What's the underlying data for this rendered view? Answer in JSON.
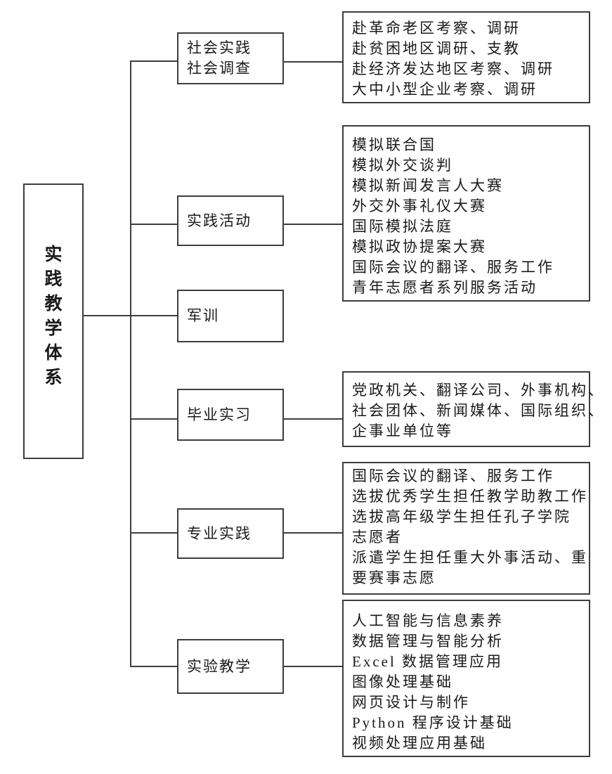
{
  "diagram": {
    "root_label": "实践教学体系",
    "colors": {
      "line": "#3d3d3d",
      "text": "#1a1a1a",
      "background": "#ffffff"
    },
    "nodes": [
      {
        "id": "social-practice",
        "lines": [
          "社会实践",
          "社会调查"
        ]
      },
      {
        "id": "practice-activities",
        "lines": [
          "实践活动"
        ]
      },
      {
        "id": "military-training",
        "lines": [
          "军训"
        ]
      },
      {
        "id": "graduation-internship",
        "lines": [
          "毕业实习"
        ]
      },
      {
        "id": "professional-practice",
        "lines": [
          "专业实践"
        ]
      },
      {
        "id": "experimental-teaching",
        "lines": [
          "实验教学"
        ]
      }
    ],
    "panels": [
      {
        "parent": "social-practice",
        "lines": [
          "赴革命老区考察、调研",
          "赴贫困地区调研、支教",
          "赴经济发达地区考察、调研",
          "大中小型企业考察、调研"
        ]
      },
      {
        "parent": "practice-activities",
        "lines": [
          "模拟联合国",
          "模拟外交谈判",
          "模拟新闻发言人大赛",
          "外交外事礼仪大赛",
          "国际模拟法庭",
          "模拟政协提案大赛",
          "国际会议的翻译、服务工作",
          "青年志愿者系列服务活动"
        ]
      },
      {
        "parent": "graduation-internship",
        "lines": [
          "党政机关、翻译公司、外事机构、",
          "社会团体、新闻媒体、国际组织、",
          "企事业单位等"
        ]
      },
      {
        "parent": "professional-practice",
        "lines": [
          "国际会议的翻译、服务工作",
          "选拔优秀学生担任教学助教工作",
          "选拔高年级学生担任孔子学院",
          "志愿者",
          "派遣学生担任重大外事活动、重",
          "要赛事志愿"
        ]
      },
      {
        "parent": "experimental-teaching",
        "lines": [
          "人工智能与信息素养",
          "数据管理与智能分析",
          "Excel 数据管理应用",
          "图像处理基础",
          "网页设计与制作",
          "Python 程序设计基础",
          "视频处理应用基础"
        ]
      }
    ]
  }
}
